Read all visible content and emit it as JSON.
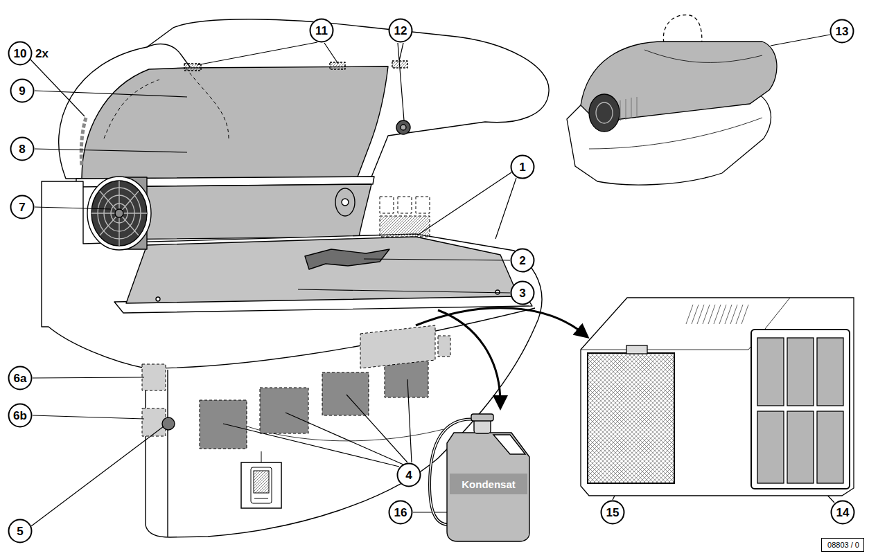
{
  "diagram": {
    "nodes": [
      {
        "text": [
          "11"
        ]
      },
      {
        "text": [
          "12"
        ]
      },
      {
        "text": [
          "13"
        ]
      },
      {
        "text": [
          "10",
          "2x"
        ]
      },
      {
        "text": [
          "9"
        ]
      },
      {
        "text": [
          "8"
        ]
      },
      {
        "text": [
          "1"
        ]
      },
      {
        "text": [
          "7"
        ]
      },
      {
        "text": [
          "2"
        ]
      },
      {
        "text": [
          "3"
        ]
      },
      {
        "text": [
          "6a"
        ]
      },
      {
        "text": [
          "6b"
        ]
      },
      {
        "text": [
          "4"
        ]
      },
      {
        "text": [
          "5"
        ]
      },
      {
        "text": [
          "16"
        ]
      },
      {
        "text": [
          "15"
        ]
      },
      {
        "text": [
          "14"
        ]
      },
      {
        "text": [
          "08803 / 0"
        ]
      }
    ],
    "labels": [
      "Kondensat"
    ]
  }
}
